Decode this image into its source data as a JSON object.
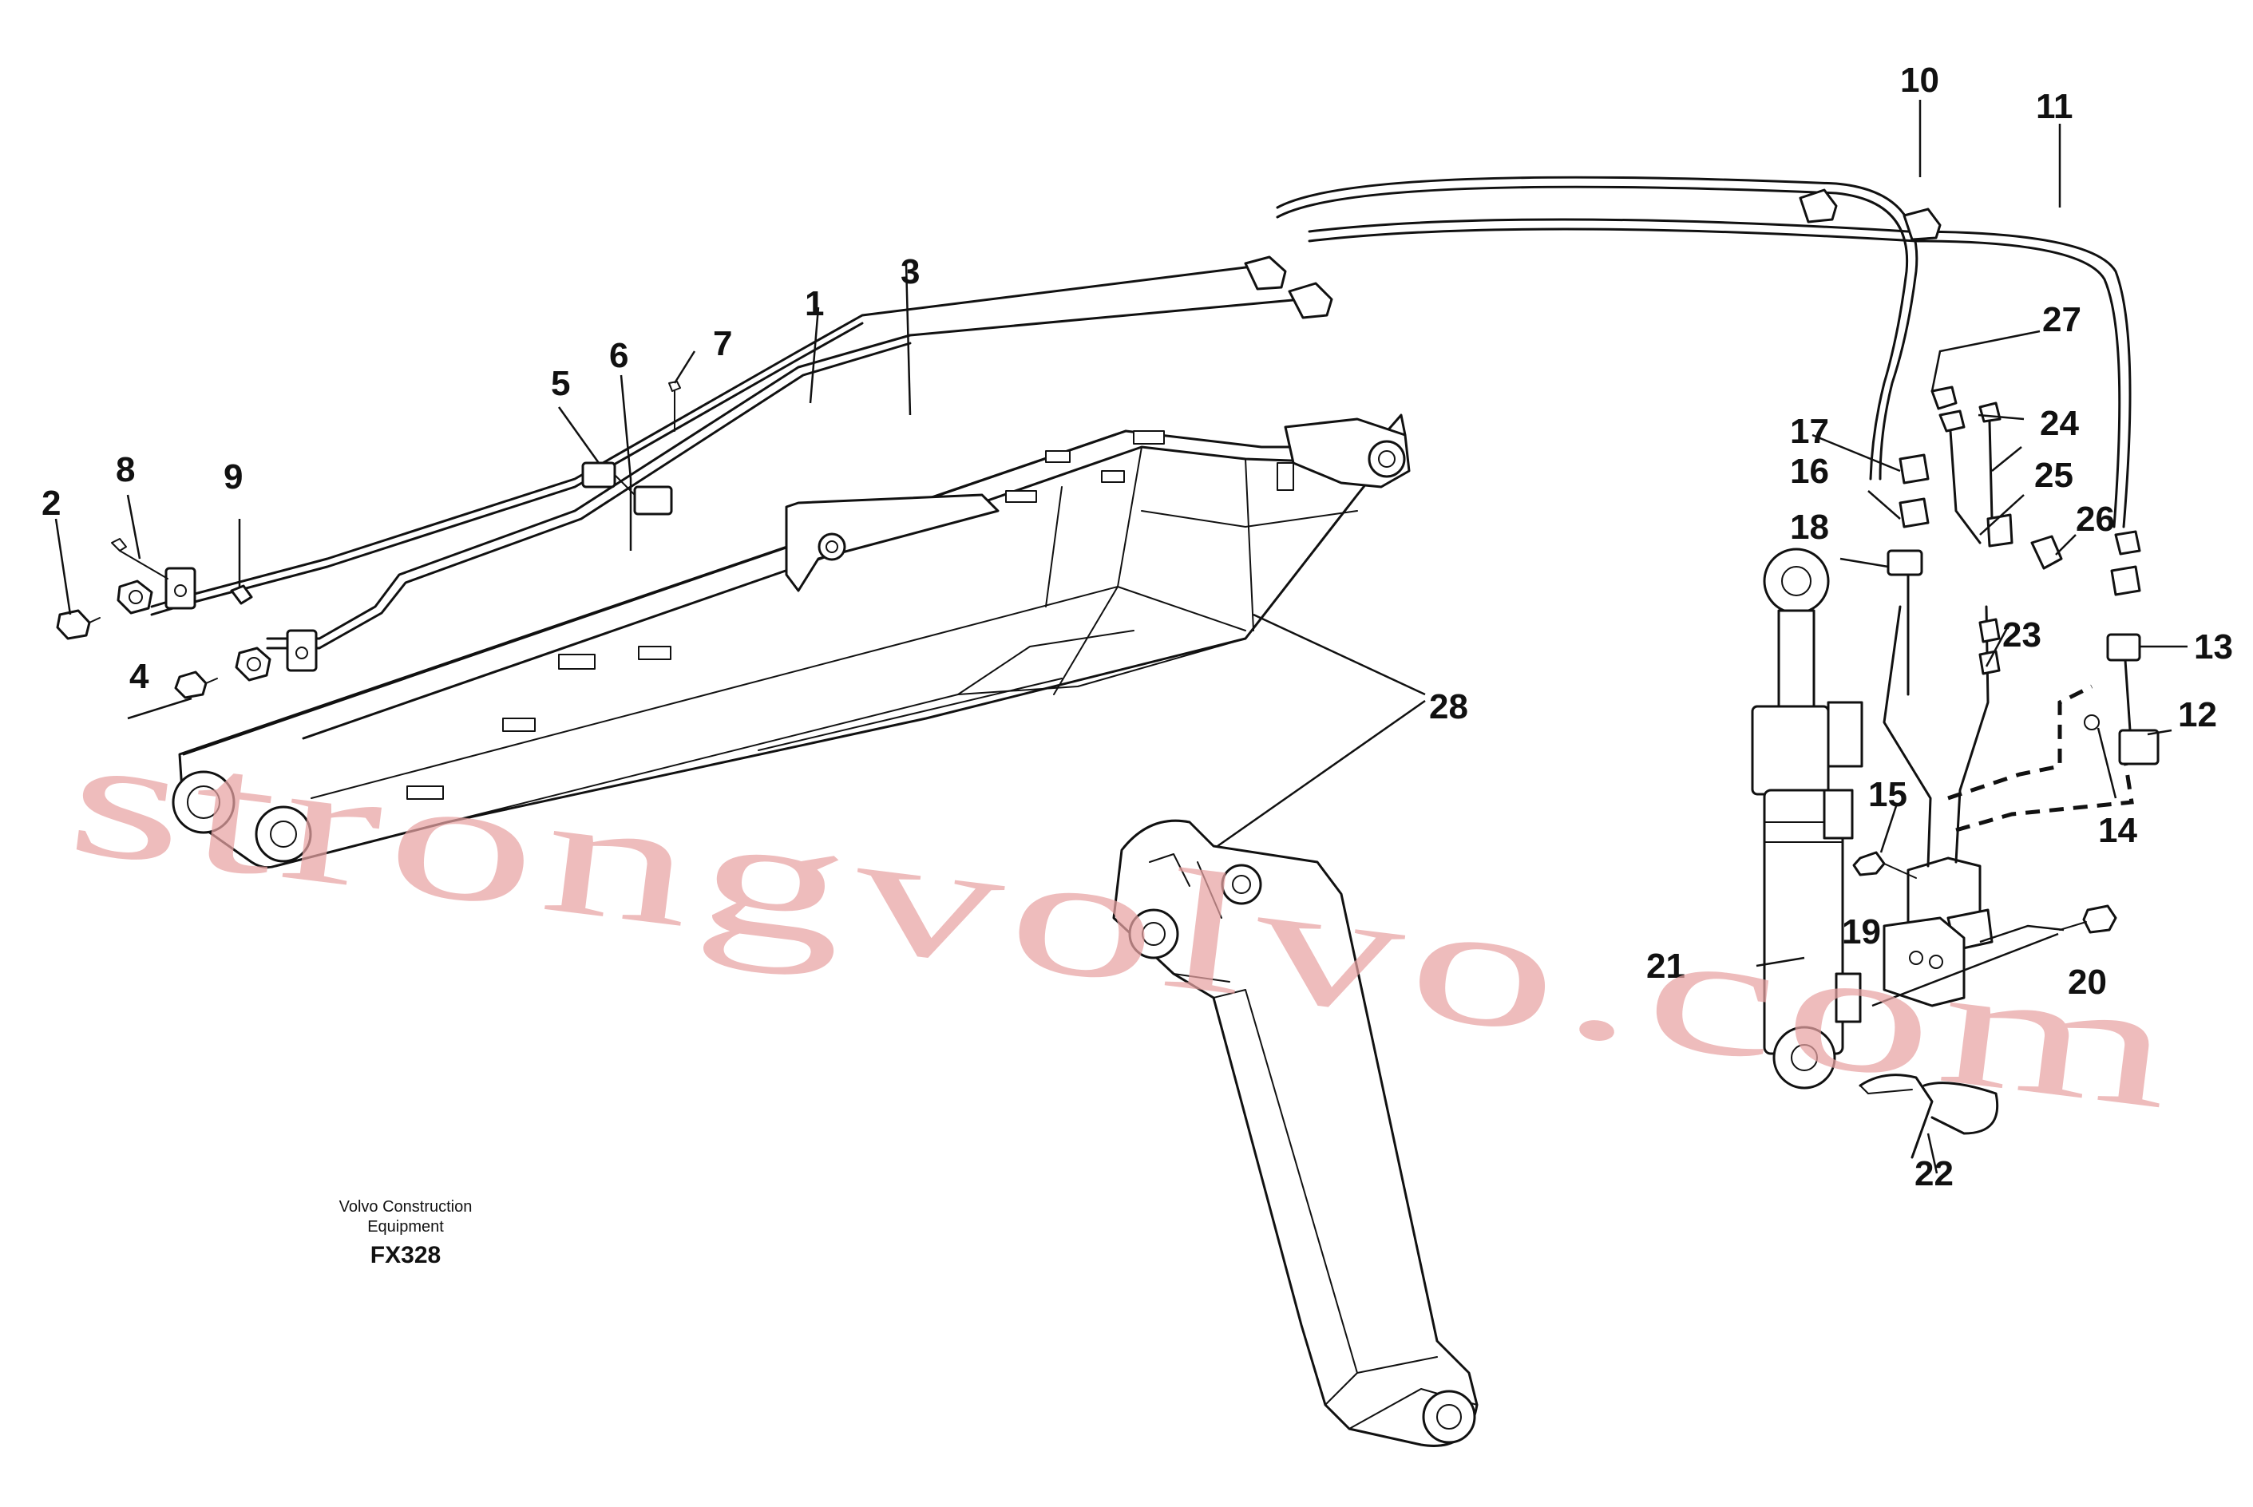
{
  "callouts": [
    "1",
    "2",
    "3",
    "4",
    "5",
    "6",
    "7",
    "8",
    "9",
    "10",
    "11",
    "12",
    "13",
    "14",
    "15",
    "16",
    "17",
    "18",
    "19",
    "20",
    "21",
    "22",
    "23",
    "24",
    "25",
    "26",
    "27",
    "28"
  ],
  "caption": {
    "company_line1": "Volvo Construction",
    "company_line2": "Equipment",
    "code": "FX328"
  },
  "watermark": "strongvolvo.com"
}
